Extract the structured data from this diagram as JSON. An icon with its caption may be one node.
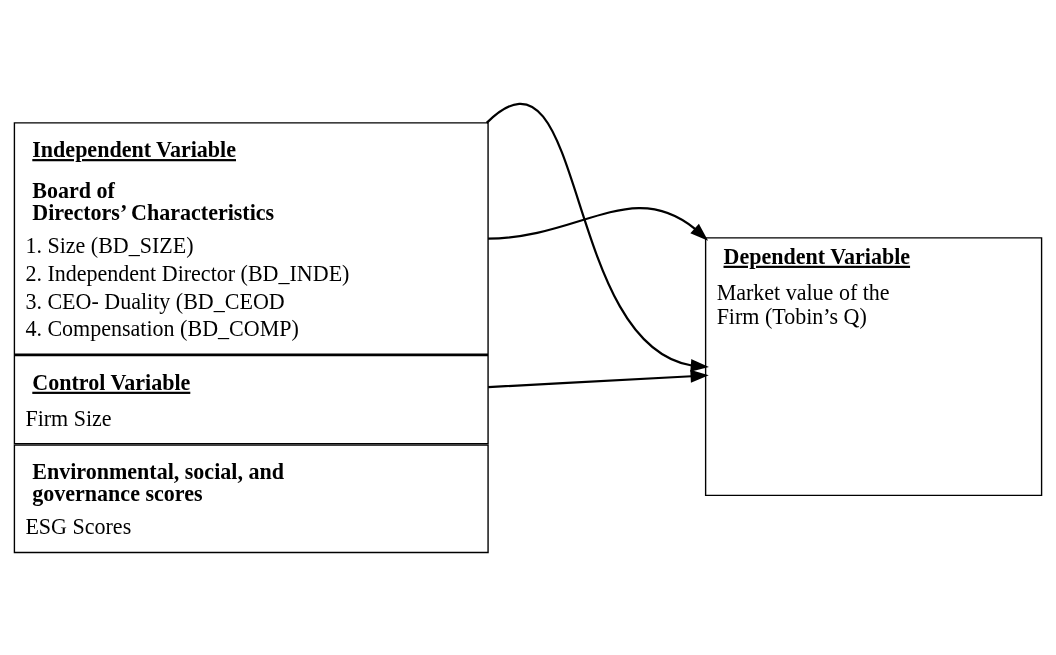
{
  "diagram": {
    "nodes": [
      {
        "text": [
          "Independent Variable",
          "Board of Directors’ Characteristics",
          "1. Size (BD_SIZE)",
          "2. Independent Director (BD_INDE)",
          "3. CEO- Duality (BD_CEOD",
          "4. Compensation (BD_COMP)"
        ]
      },
      {
        "text": [
          "Control Variable",
          "Firm Size"
        ]
      },
      {
        "text": [
          "Environmental, social, and governance scores",
          "ESG Scores"
        ]
      },
      {
        "text": [
          "Dependent Variable",
          "Market value of the Firm (Tobin’s Q)"
        ]
      }
    ],
    "edges": [
      {
        "from": 0,
        "to": 3,
        "arrow": "to"
      },
      {
        "from": 0,
        "to": 3,
        "arrow": "to"
      },
      {
        "from": 1,
        "to": 3,
        "arrow": "to"
      }
    ]
  }
}
